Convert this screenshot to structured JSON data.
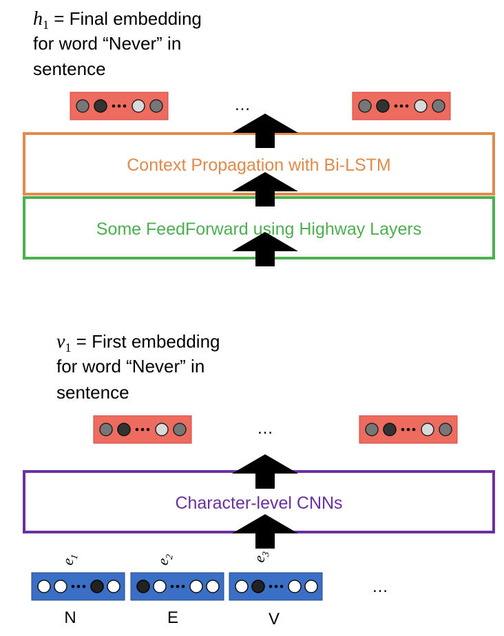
{
  "top_caption": {
    "var_letter": "h",
    "var_sub": "1",
    "line1_rest": " = Final embedding",
    "line2": "for word “Never” in",
    "line3": "sentence"
  },
  "bottom_caption": {
    "var_letter": "v",
    "var_sub": "1",
    "line1_rest": " = First embedding",
    "line2": "for word “Never” in",
    "line3": "sentence"
  },
  "layers": {
    "bilstm": "Context Propagation with Bi-LSTM",
    "highway": "Some FeedForward using Highway Layers",
    "cnn": "Character-level CNNs"
  },
  "ellipsis": "…",
  "char_inputs": [
    {
      "label": "N",
      "embedding_letter": "e",
      "embedding_sub": "1"
    },
    {
      "label": "E",
      "embedding_letter": "e",
      "embedding_sub": "2"
    },
    {
      "label": "V",
      "embedding_letter": "e",
      "embedding_sub": "3"
    }
  ],
  "colors": {
    "bilstm": "#e08a4b",
    "highway": "#4caf50",
    "cnn": "#6b2fa0",
    "vector_red": "#ee6b60",
    "vector_blue": "#3b6fc6",
    "arrow": "#000000"
  }
}
